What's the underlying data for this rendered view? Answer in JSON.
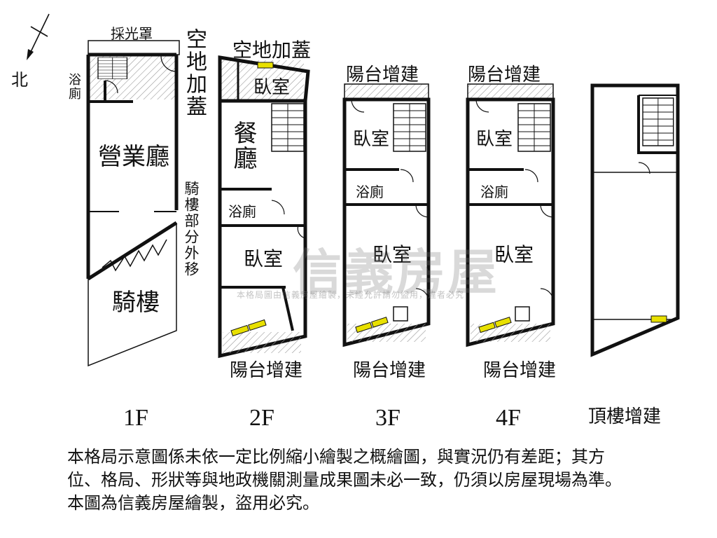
{
  "compass": {
    "north_label": "北"
  },
  "floors": [
    {
      "id": "1F",
      "label": "1F",
      "annotations": {
        "top": "採光罩",
        "side": "空地加蓋",
        "bath": "浴廁",
        "hall": "營業廳",
        "arcade_note": "騎樓部分外移",
        "arcade": "騎樓"
      }
    },
    {
      "id": "2F",
      "label": "2F",
      "annotations": {
        "top": "空地加蓋",
        "bed_top": "臥室",
        "dining": "餐廳",
        "bath": "浴廁",
        "bed": "臥室",
        "balcony": "陽台增建"
      }
    },
    {
      "id": "3F",
      "label": "3F",
      "annotations": {
        "top": "陽台增建",
        "bed_top": "臥室",
        "bath": "浴廁",
        "bed": "臥室",
        "balcony": "陽台增建"
      }
    },
    {
      "id": "4F",
      "label": "4F",
      "annotations": {
        "top": "陽台增建",
        "bed_top": "臥室",
        "bath": "浴廁",
        "bed": "臥室",
        "balcony": "陽台增建"
      }
    },
    {
      "id": "roof",
      "label": "頂樓增建",
      "annotations": {}
    }
  ],
  "watermark": {
    "brand": "信義房屋",
    "notice": "本格局圖由信義房屋繪製，未經允許請勿盜用，違者必究"
  },
  "disclaimer": [
    "本格局示意圖係未依一定比例縮小繪製之概繪圖，與實況仍有差距；其方",
    "位、格局、形狀等與地政機關測量成果圖未必一致，仍須以房屋現場為準。",
    "本圖為信義房屋繪製，盜用必究。"
  ],
  "colors": {
    "wall": "#111111",
    "window": "#e8e000",
    "hatch": "#9a9a9a",
    "watermark": "#8a8a8a"
  }
}
